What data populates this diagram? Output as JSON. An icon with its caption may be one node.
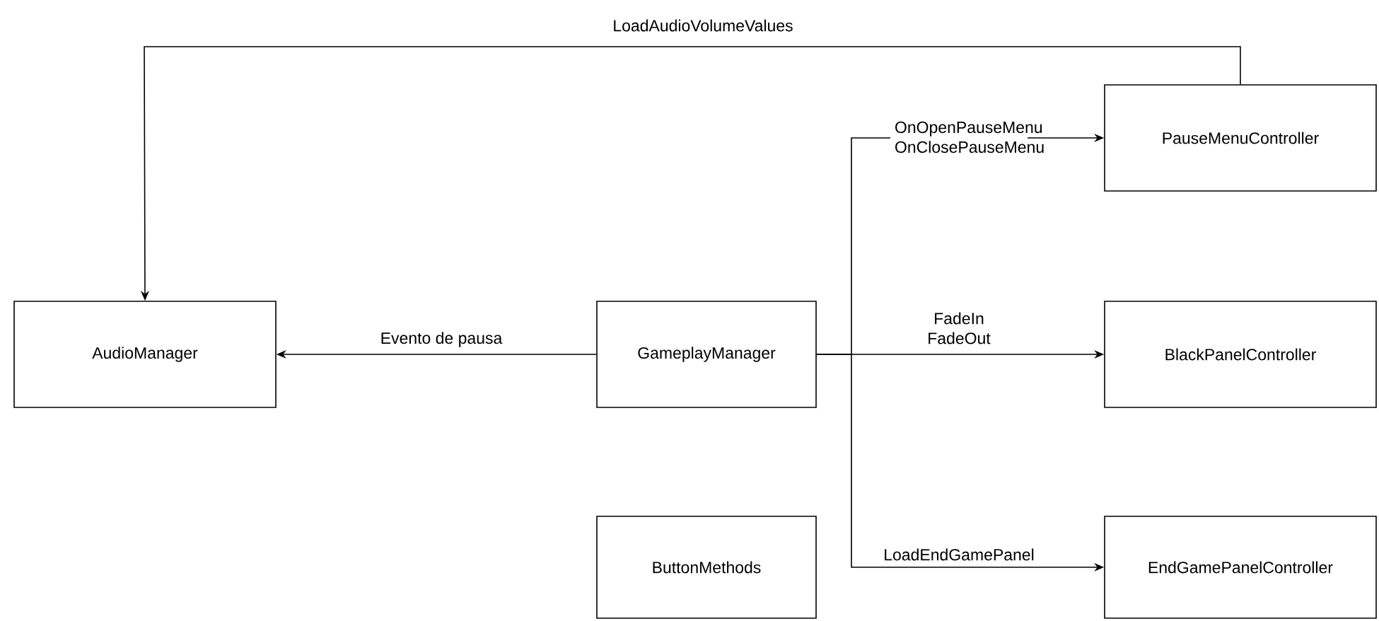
{
  "diagram": {
    "nodes": [
      {
        "text": [
          "PauseMenuController"
        ]
      },
      {
        "text": [
          "AudioManager"
        ]
      },
      {
        "text": [
          "GameplayManager"
        ]
      },
      {
        "text": [
          "BlackPanelController"
        ]
      },
      {
        "text": [
          "ButtonMethods"
        ]
      },
      {
        "text": [
          "EndGamePanelController"
        ]
      }
    ],
    "edges": [
      {
        "from": 0,
        "to": 1,
        "arrow": "to",
        "label": "LoadAudioVolumeValues"
      },
      {
        "from": 2,
        "to": 1,
        "arrow": "to",
        "label": "Evento de pausa"
      },
      {
        "from": 2,
        "to": 0,
        "arrow": "to",
        "label": "OnOpenPauseMenu OnClosePauseMenu"
      },
      {
        "from": 2,
        "to": 3,
        "arrow": "to",
        "label": "FadeIn FadeOut"
      },
      {
        "from": 2,
        "to": 5,
        "arrow": "to",
        "label": "LoadEndGamePanel"
      }
    ]
  }
}
